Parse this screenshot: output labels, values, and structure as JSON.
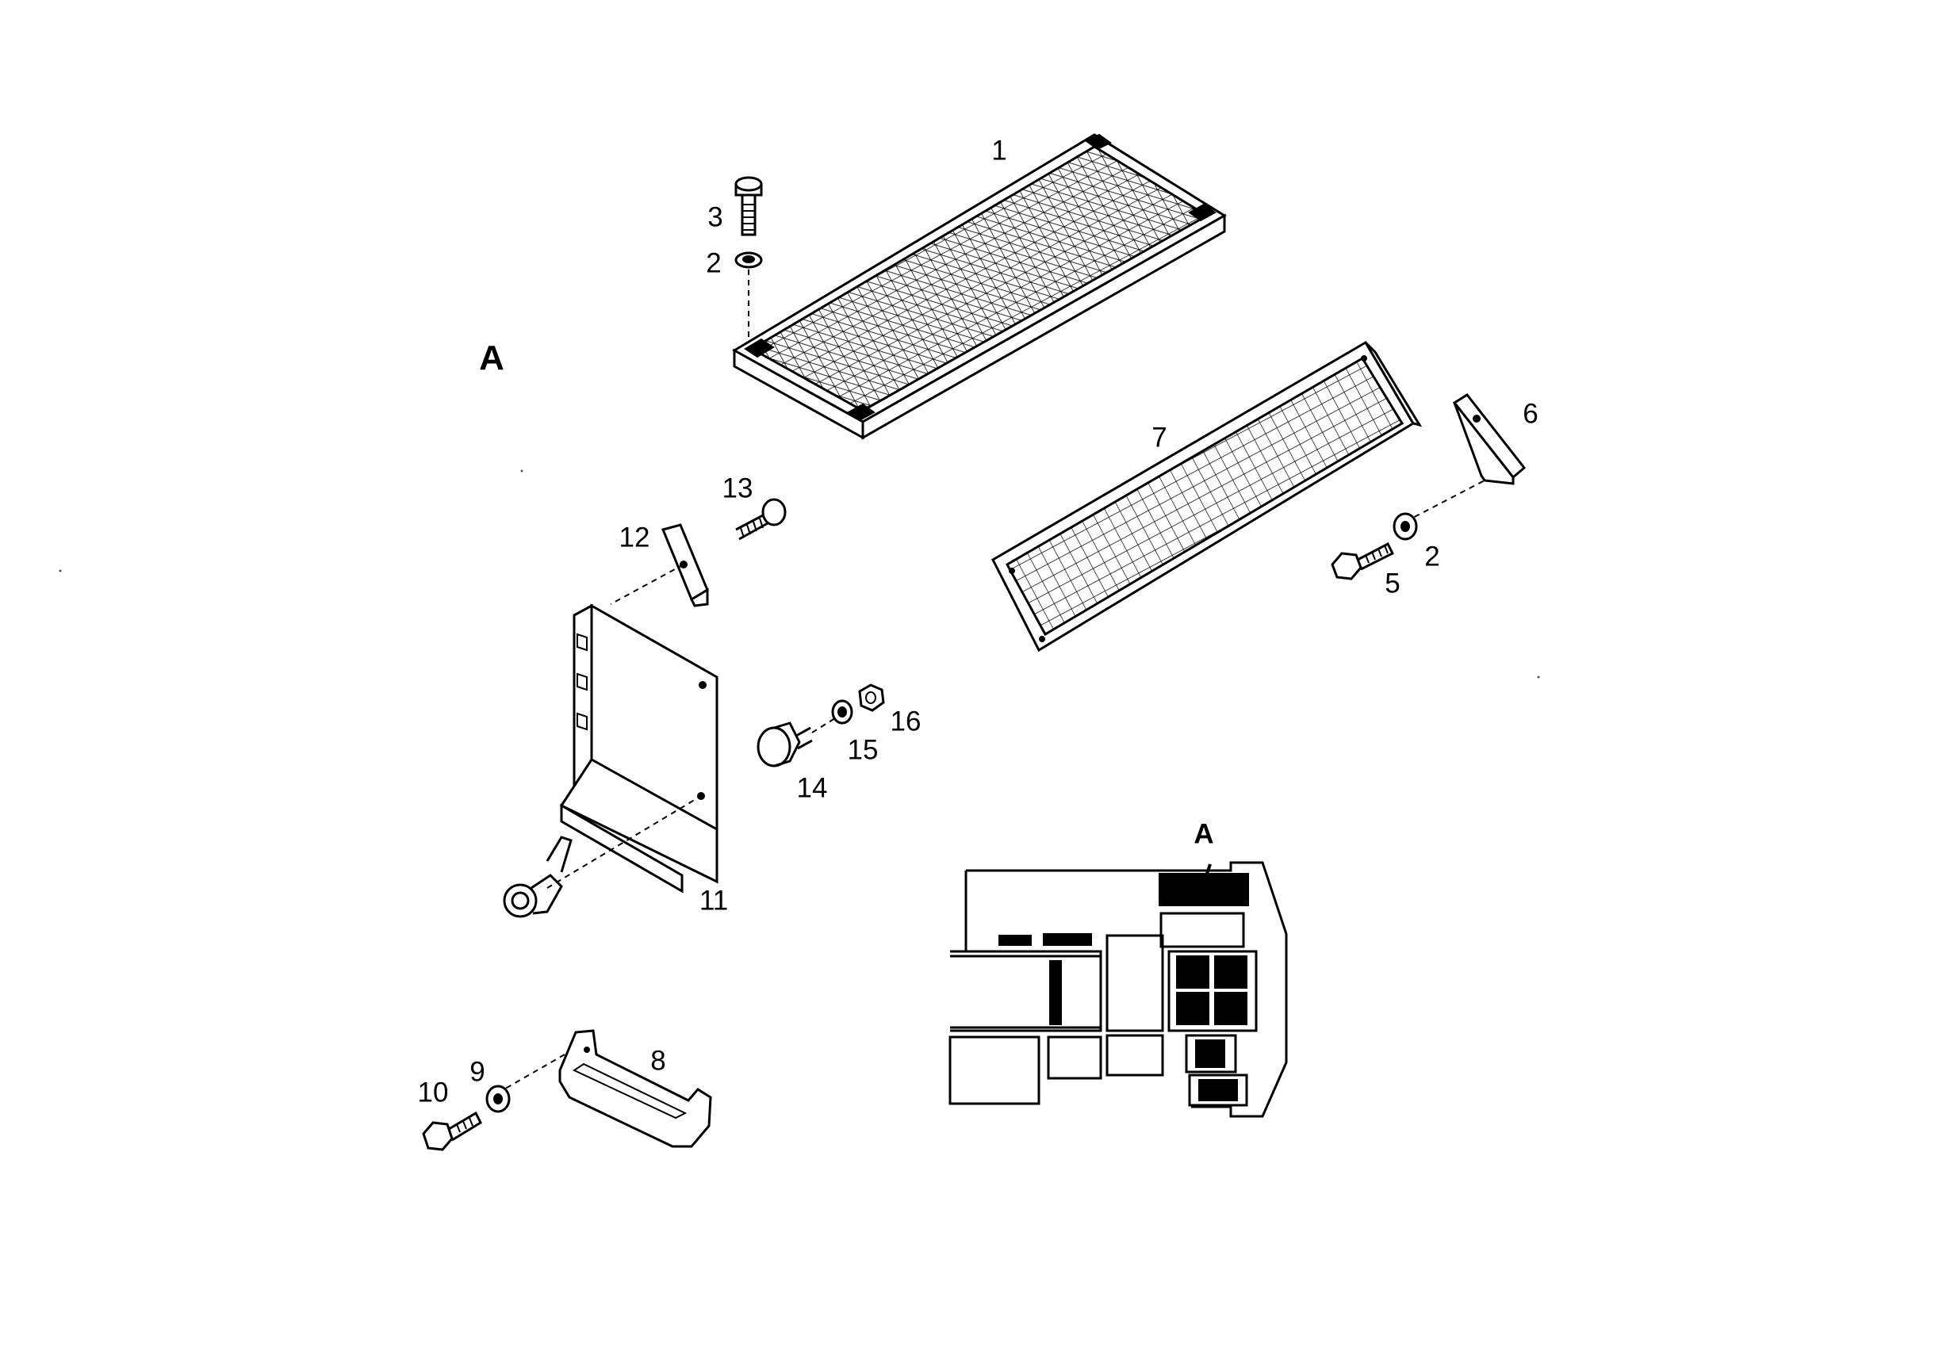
{
  "view_marker": "A",
  "callouts": {
    "p1": "1",
    "p2a": "2",
    "p2b": "2",
    "p3": "3",
    "p5": "5",
    "p6": "6",
    "p7": "7",
    "p8": "8",
    "p9": "9",
    "p10": "10",
    "p11": "11",
    "p12": "12",
    "p13": "13",
    "p14": "14",
    "p15": "15",
    "p16": "16"
  },
  "locator_marker": "A"
}
